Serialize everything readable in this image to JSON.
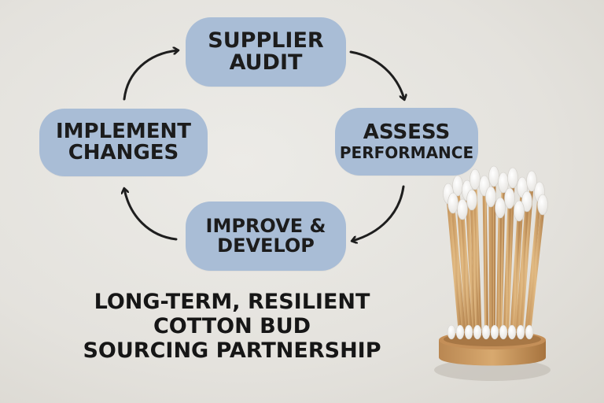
{
  "cycle": {
    "supplier_audit": {
      "line1": "SUPPLIER",
      "line2": "AUDIT"
    },
    "assess_performance": {
      "line1": "ASSESS",
      "line2": "PERFORMANCE"
    },
    "improve_develop": {
      "line1": "IMPROVE &",
      "line2": "DEVELOP"
    },
    "implement_changes": {
      "line1": "IMPLEMENT",
      "line2": "CHANGES"
    }
  },
  "headline": {
    "line1": "LONG-TERM, RESILIENT",
    "line2": "COTTON BUD",
    "line3": "SOURCING PARTNERSHIP"
  },
  "colors": {
    "node_fill": "#a9bdd6",
    "text": "#1c1c1c",
    "arrow": "#1e1e1e"
  }
}
